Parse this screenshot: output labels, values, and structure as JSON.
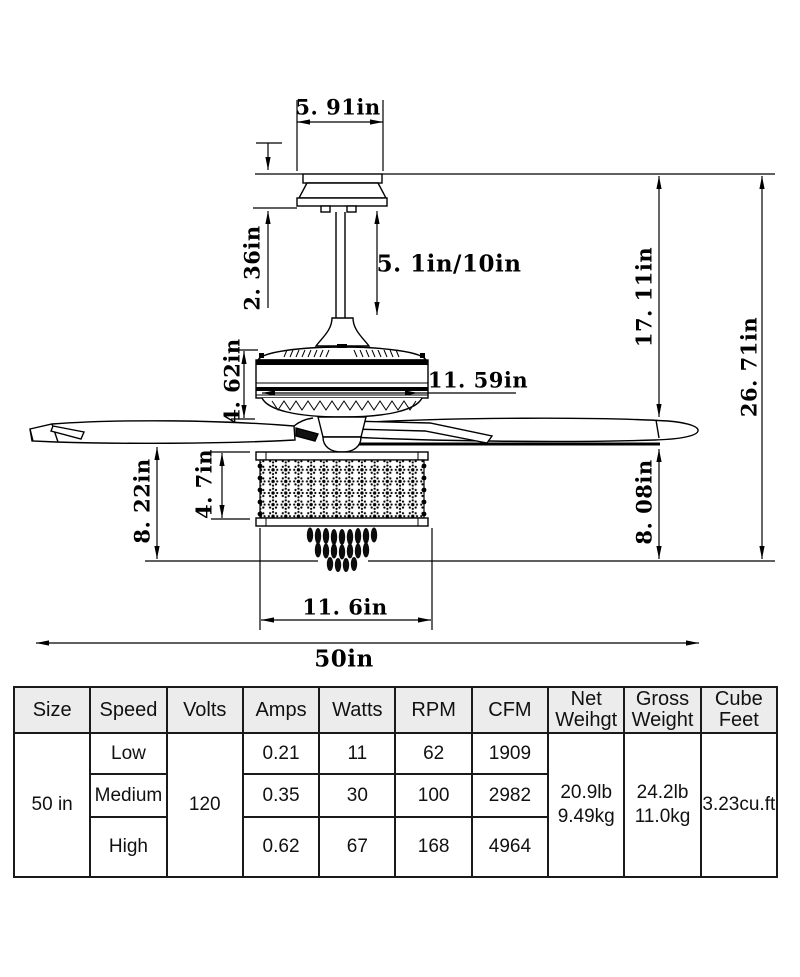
{
  "diagram": {
    "title": "ceiling-fan-dimension-drawing",
    "dimensions": {
      "canopy_width": "5. 91in",
      "canopy_height": "2. 36in",
      "downrod_length": "5. 1in/10in",
      "motor_height": "4. 62in",
      "motor_width": "11. 59in",
      "shade_height": "4. 7in",
      "blade_to_shade_bottom": "8. 22in",
      "ceiling_to_blades": "17. 11in",
      "blade_to_bottom": "8. 08in",
      "total_height": "26. 71in",
      "shade_width": "11. 6in",
      "blade_span": "50in"
    },
    "line_color": "#000000"
  },
  "table": {
    "headers": [
      "Size",
      "Speed",
      "Volts",
      "Amps",
      "Watts",
      "RPM",
      "CFM",
      "Net\nWeihgt",
      "Gross\nWeight",
      "Cube\nFeet"
    ],
    "size": "50 in",
    "volts": "120",
    "rows": [
      {
        "speed": "Low",
        "amps": "0.21",
        "watts": "11",
        "rpm": "62",
        "cfm": "1909"
      },
      {
        "speed": "Medium",
        "amps": "0.35",
        "watts": "30",
        "rpm": "100",
        "cfm": "2982"
      },
      {
        "speed": "High",
        "amps": "0.62",
        "watts": "67",
        "rpm": "168",
        "cfm": "4964"
      }
    ],
    "net_weight": "20.9lb\n9.49kg",
    "gross_weight": "24.2lb\n11.0kg",
    "cube_feet": "3.23cu.ft"
  }
}
